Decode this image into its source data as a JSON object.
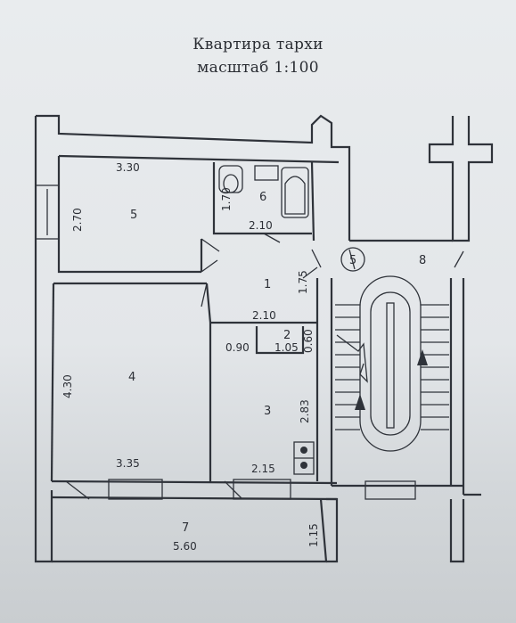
{
  "title": "Квартира тархи",
  "subtitle": "масштаб 1:100",
  "rooms": [
    {
      "id": "1",
      "label": "1"
    },
    {
      "id": "2",
      "label": "2"
    },
    {
      "id": "3",
      "label": "3"
    },
    {
      "id": "4",
      "label": "4"
    },
    {
      "id": "5",
      "label": "5"
    },
    {
      "id": "6",
      "label": "6"
    },
    {
      "id": "7",
      "label": "7"
    },
    {
      "id": "8",
      "label": "8"
    }
  ],
  "stair_number": "5",
  "dimensions": {
    "room5_width": "3.30",
    "room5_height": "2.70",
    "room6_height": "1.70",
    "room6_width": "2.10",
    "room1_side": "1.75",
    "room1_width": "2.10",
    "room2_height": "0.60",
    "room2_width": "1.05",
    "door_gap": "0.90",
    "room4_height": "4.30",
    "room4_width": "3.35",
    "room3_height": "2.83",
    "room3_width": "2.15",
    "balcony_height": "1.15",
    "balcony_width": "5.60"
  }
}
